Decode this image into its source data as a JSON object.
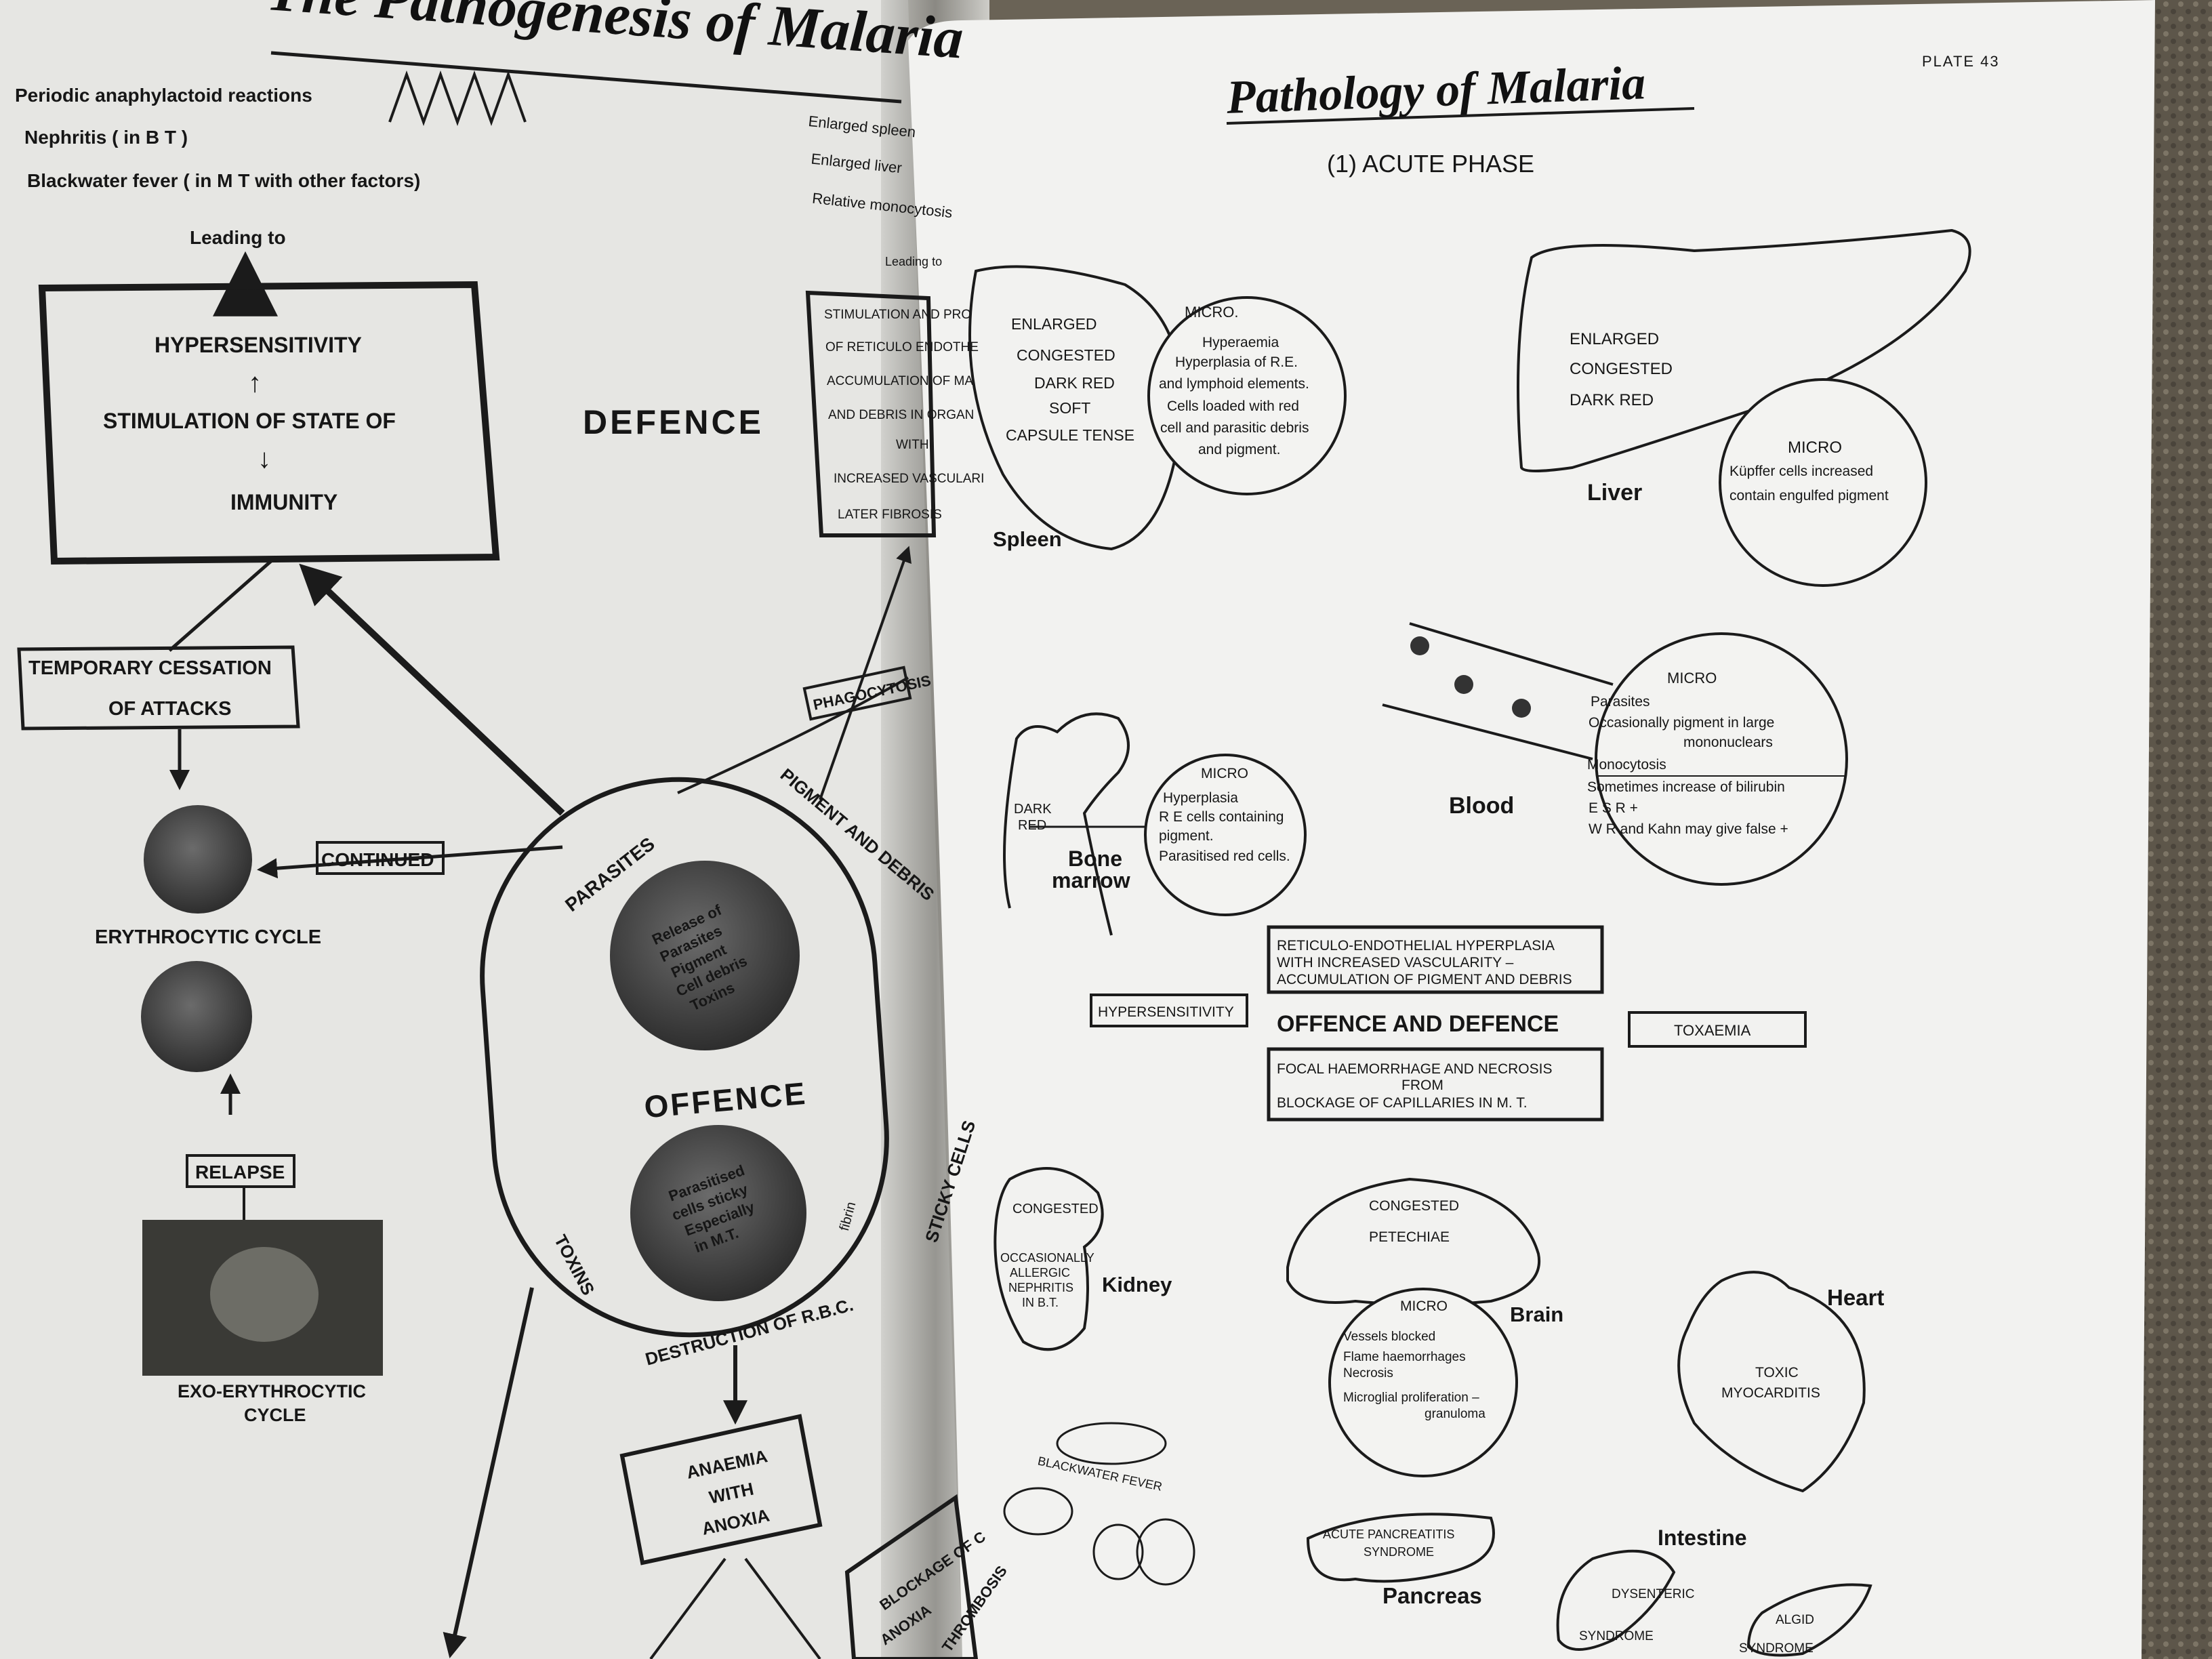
{
  "left_page": {
    "title": "The Pathogenesis of Malaria",
    "reactions": [
      "Periodic anaphylactoid reactions",
      "Nephritis ( in B T )",
      "Blackwater fever ( in M T with other factors)"
    ],
    "leading_to": "Leading to",
    "immunity_box": [
      "HYPERSENSITIVITY",
      "↑",
      "STIMULATION OF STATE OF",
      "↓",
      "IMMUNITY"
    ],
    "defence": "DEFENCE",
    "temporary_cessation": [
      "TEMPORARY CESSATION",
      "OF ATTACKS"
    ],
    "continued": "CONTINUED",
    "erythrocytic_cycle": "ERYTHROCYTIC CYCLE",
    "relapse": "RELAPSE",
    "exo_cycle": [
      "EXO-ERYTHROCYTIC",
      "CYCLE"
    ],
    "phagocytosis": "PHAGOCYTOSIS",
    "parasites": "PARASITES",
    "pigment_debris": "PIGMENT AND DEBRIS",
    "release_text": [
      "Release of",
      "Parasites",
      "Pigment",
      "Cell debris",
      "Toxins"
    ],
    "offence": "OFFENCE",
    "parasitised_text": [
      "Parasitised",
      "cells sticky",
      "Especially",
      "in M.T."
    ],
    "fibrin": "fibrin",
    "sticky_cells": "STICKY CELLS",
    "toxins": "TOXINS",
    "destruction": "DESTRUCTION OF R.B.C.",
    "anaemia": [
      "ANAEMIA",
      "WITH",
      "ANOXIA"
    ],
    "blockage": "BLOCKAGE OF C",
    "anoxia_bottom": "ANOXIA",
    "thrombosis": "THROMBOSIS",
    "right_edge": {
      "items": [
        "Enlarged spleen",
        "Enlarged liver",
        "Relative monocytosis"
      ],
      "leading_to": "Leading to",
      "box": [
        "STIMULATION AND PRO",
        "OF RETICULO ENDOTHE",
        "ACCUMULATION OF MA",
        "AND DEBRIS IN ORGAN",
        "WITH",
        "INCREASED VASCULARI",
        "LATER FIBROSIS"
      ]
    }
  },
  "right_page": {
    "title": "Pathology of Malaria",
    "plate": "PLATE 43",
    "phase": "(1) ACUTE PHASE",
    "spleen": {
      "label": "Spleen",
      "notes": [
        "ENLARGED",
        "CONGESTED",
        "DARK RED",
        "SOFT",
        "CAPSULE TENSE"
      ],
      "micro_title": "MICRO.",
      "micro": [
        "Hyperaemia",
        "Hyperplasia of R.E.",
        "and lymphoid elements.",
        "Cells loaded with red",
        "cell and parasitic debris",
        "and pigment."
      ]
    },
    "liver": {
      "label": "Liver",
      "notes": [
        "ENLARGED",
        "CONGESTED",
        "DARK RED"
      ],
      "micro_title": "MICRO",
      "micro": [
        "Küpffer cells increased",
        "contain engulfed pigment"
      ]
    },
    "blood": {
      "label": "Blood",
      "micro_title": "MICRO",
      "micro": [
        "Parasites",
        "Occasionally pigment in large",
        "mononuclears",
        "Monocytosis",
        "Sometimes increase of bilirubin",
        "E S R +",
        "W R and Kahn may give false +"
      ]
    },
    "bone_marrow": {
      "label": [
        "Bone",
        "marrow"
      ],
      "notes": [
        "DARK",
        "RED"
      ],
      "micro_title": "MICRO",
      "micro": [
        "Hyperplasia",
        "R E cells containing",
        "pigment.",
        "Parasitised red cells."
      ]
    },
    "center_box_top": [
      "RETICULO-ENDOTHELIAL HYPERPLASIA",
      "WITH INCREASED VASCULARITY –",
      "ACCUMULATION OF PIGMENT AND DEBRIS"
    ],
    "hypersensitivity": "HYPERSENSITIVITY",
    "offence_defence": "OFFENCE AND DEFENCE",
    "toxaemia": "TOXAEMIA",
    "center_box_bottom": [
      "FOCAL HAEMORRHAGE AND NECROSIS",
      "FROM",
      "BLOCKAGE OF CAPILLARIES IN M. T."
    ],
    "kidney": {
      "label": "Kidney",
      "notes": [
        "CONGESTED",
        "OCCASIONALLY",
        "ALLERGIC",
        "NEPHRITIS",
        "IN B.T."
      ]
    },
    "brain": {
      "label": "Brain",
      "notes": [
        "CONGESTED",
        "PETECHIAE"
      ],
      "micro_title": "MICRO",
      "micro": [
        "Vessels blocked",
        "Flame haemorrhages",
        "Necrosis",
        "Microglial proliferation –",
        "granuloma"
      ]
    },
    "heart": {
      "label": "Heart",
      "notes": [
        "TOXIC",
        "MYOCARDITIS"
      ]
    },
    "blackwater": "BLACKWATER FEVER",
    "pancreas": {
      "label": "Pancreas",
      "notes": [
        "ACUTE PANCREATITIS",
        "SYNDROME"
      ]
    },
    "intestine": {
      "label": "Intestine",
      "dysenteric": [
        "DYSENTERIC",
        "SYNDROME"
      ],
      "algid": [
        "ALGID",
        "SYNDROME"
      ]
    }
  }
}
